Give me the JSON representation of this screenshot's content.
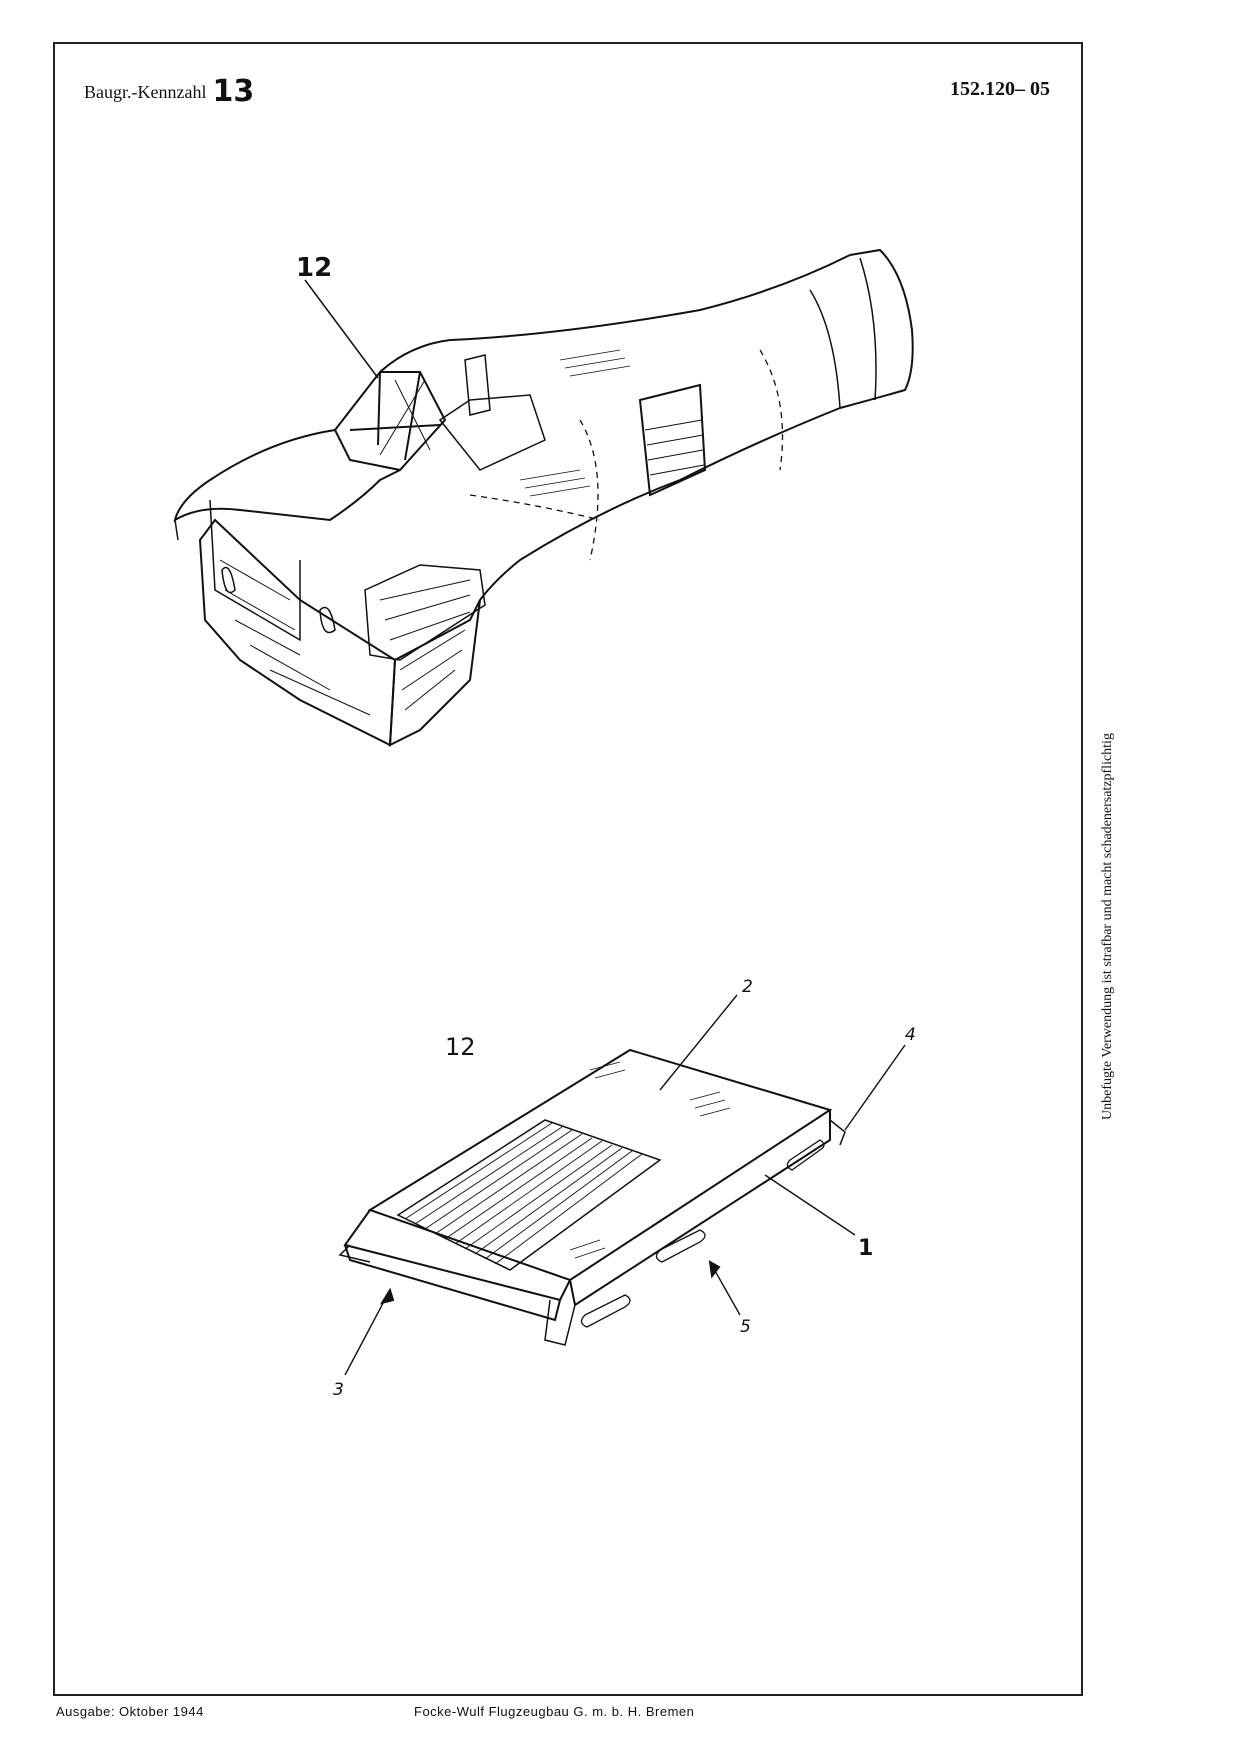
{
  "header": {
    "group_label": "Baugr.-Kennzahl",
    "group_number": "13",
    "doc_number": "152.120– 05"
  },
  "side_note": "Unbefugte Verwendung ist strafbar und macht schadenersatzpflichtig",
  "figure_top": {
    "callout": "12"
  },
  "figure_bottom": {
    "title_callout": "12",
    "callouts": [
      "2",
      "4",
      "1",
      "5",
      "3"
    ]
  },
  "footer": {
    "edition": "Ausgabe: Oktober 1944",
    "publisher": "Focke-Wulf Flugzeugbau G. m. b. H. Bremen"
  }
}
